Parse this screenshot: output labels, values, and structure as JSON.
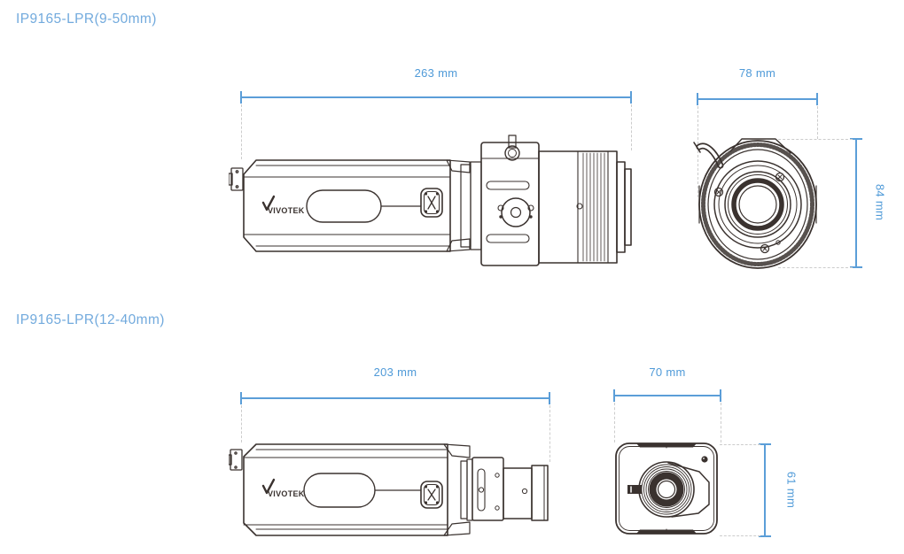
{
  "colors": {
    "dimension_blue": "#5b9ed8",
    "label_blue": "#4f9ad8",
    "title_blue": "#72aadd",
    "drawing_ink": "#3a322f",
    "extension_gray": "#cccccc",
    "background": "#ffffff"
  },
  "models": [
    {
      "title": "IP9165-LPR(9-50mm)",
      "logo_text": "VIVOTEK",
      "dims": {
        "length": "263 mm",
        "width": "78 mm",
        "height": "84 mm"
      }
    },
    {
      "title": "IP9165-LPR(12-40mm)",
      "logo_text": "VIVOTEK",
      "dims": {
        "length": "203 mm",
        "width": "70 mm",
        "height": "61 mm"
      }
    }
  ]
}
